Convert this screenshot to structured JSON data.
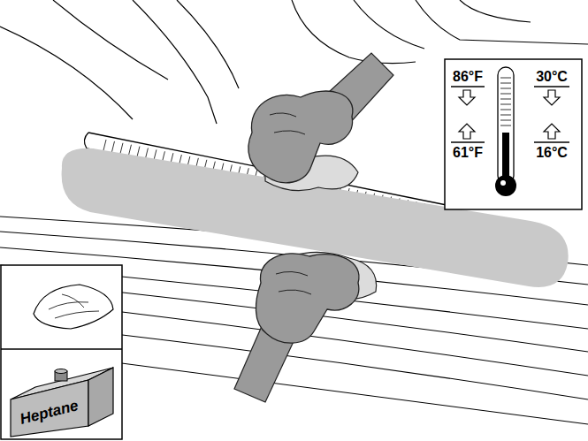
{
  "diagram": {
    "labels": [
      "86°F",
      "30°C",
      "61°F",
      "16°C",
      "Heptane"
    ]
  }
}
